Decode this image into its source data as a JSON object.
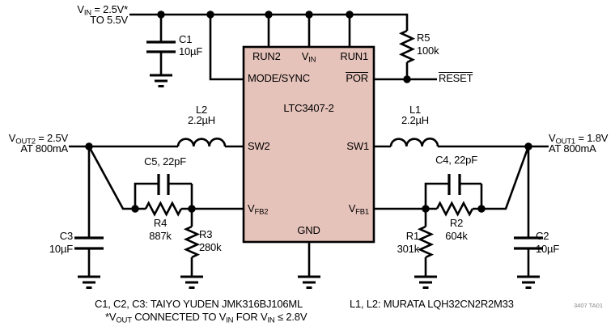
{
  "colors": {
    "background": "#ffffff",
    "wire": "#000000",
    "ic_fill": "#e6c3ba",
    "code_text": "#888888"
  },
  "supply": {
    "vin_pre": "V",
    "vin_sub": "IN",
    "vin_post": " = 2.5V*",
    "vin_line2": "TO 5.5V"
  },
  "outputs": {
    "vout2_pre": "V",
    "vout2_sub": "OUT2",
    "vout2_post": " = 2.5V",
    "vout2_line2": "AT 800mA",
    "vout1_pre": "V",
    "vout1_sub": "OUT1",
    "vout1_post": " = 1.8V",
    "vout1_line2": "AT 800mA"
  },
  "ic": {
    "part": "LTC3407-2",
    "pins": {
      "run2": "RUN2",
      "vin_pre": "V",
      "vin_sub": "IN",
      "run1": "RUN1",
      "mode_sync": "MODE/SYNC",
      "por": "POR",
      "sw2": "SW2",
      "sw1": "SW1",
      "vfb2_pre": "V",
      "vfb2_sub": "FB2",
      "vfb1_pre": "V",
      "vfb1_sub": "FB1",
      "gnd": "GND"
    }
  },
  "signals": {
    "reset": "RESET"
  },
  "components": {
    "c1": {
      "name": "C1",
      "value": "10µF"
    },
    "c2": {
      "name": "C2",
      "value": "10µF"
    },
    "c3": {
      "name": "C3",
      "value": "10µF"
    },
    "c4": {
      "label": "C4, 22pF"
    },
    "c5": {
      "label": "C5, 22pF"
    },
    "l1": {
      "name": "L1",
      "value": "2.2µH"
    },
    "l2": {
      "name": "L2",
      "value": "2.2µH"
    },
    "r1": {
      "name": "R1",
      "value": "301k"
    },
    "r2": {
      "name": "R2",
      "value": "604k"
    },
    "r3": {
      "name": "R3",
      "value": "280k"
    },
    "r4": {
      "name": "R4",
      "value": "887k"
    },
    "r5": {
      "name": "R5",
      "value": "100k"
    }
  },
  "captions": {
    "capacitors": "C1, C2, C3: TAIYO YUDEN JMK316BJ106ML",
    "inductors": "L1, L2: MURATA LQH32CN2R2M33",
    "note": {
      "p1": "*V",
      "s1": "OUT",
      "p2": " CONNECTED TO V",
      "s2": "IN",
      "p3": " FOR V",
      "s3": "IN",
      "p4": " ≤ 2.8V"
    },
    "code": "3407 TA01"
  }
}
